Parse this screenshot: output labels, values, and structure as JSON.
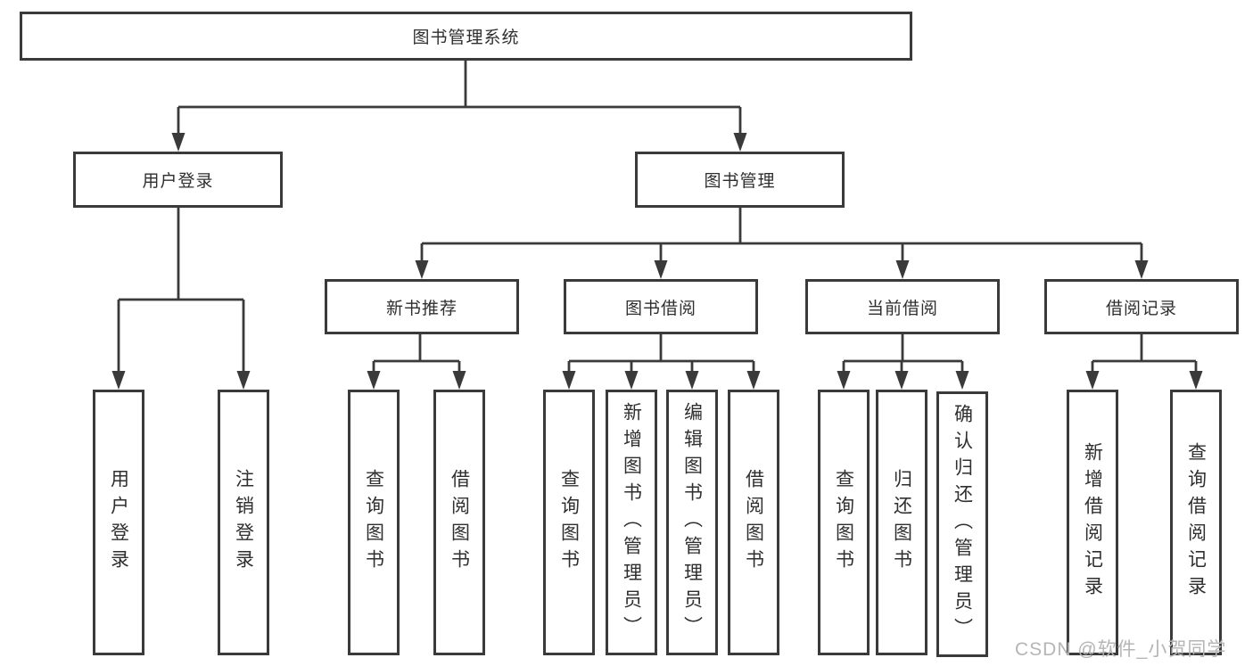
{
  "nodes": {
    "root": {
      "label": "图书管理系统"
    },
    "user_login": {
      "label": "用户登录"
    },
    "book_management": {
      "label": "图书管理"
    },
    "new_book_recommend": {
      "label": "新书推荐"
    },
    "book_borrowing": {
      "label": "图书借阅"
    },
    "current_borrowing": {
      "label": "当前借阅"
    },
    "borrowing_records": {
      "label": "借阅记录"
    },
    "leaf_user_login": {
      "label": "用户登录"
    },
    "leaf_logout": {
      "label": "注销登录"
    },
    "leaf_query_books_recommend": {
      "label": "查询图书"
    },
    "leaf_borrow_books_recommend": {
      "label": "借阅图书"
    },
    "leaf_query_books_borrowing": {
      "label": "查询图书"
    },
    "leaf_add_books_admin": {
      "label": "新增图书（管理员）"
    },
    "leaf_edit_books_admin": {
      "label": "编辑图书（管理员）"
    },
    "leaf_borrow_books_borrowing": {
      "label": "借阅图书"
    },
    "leaf_query_books_current": {
      "label": "查询图书"
    },
    "leaf_return_books": {
      "label": "归还图书"
    },
    "leaf_confirm_return_admin": {
      "label": "确认归还（管理员）"
    },
    "leaf_add_borrow_record": {
      "label": "新增借阅记录"
    },
    "leaf_query_borrow_record": {
      "label": "查询借阅记录"
    }
  },
  "watermark": {
    "text": "CSDN @软件_小贺同学"
  },
  "colors": {
    "line": "#3a3a3a",
    "text": "#2f2f2f",
    "watermark": "#b5b5b5",
    "background": "#ffffff"
  }
}
